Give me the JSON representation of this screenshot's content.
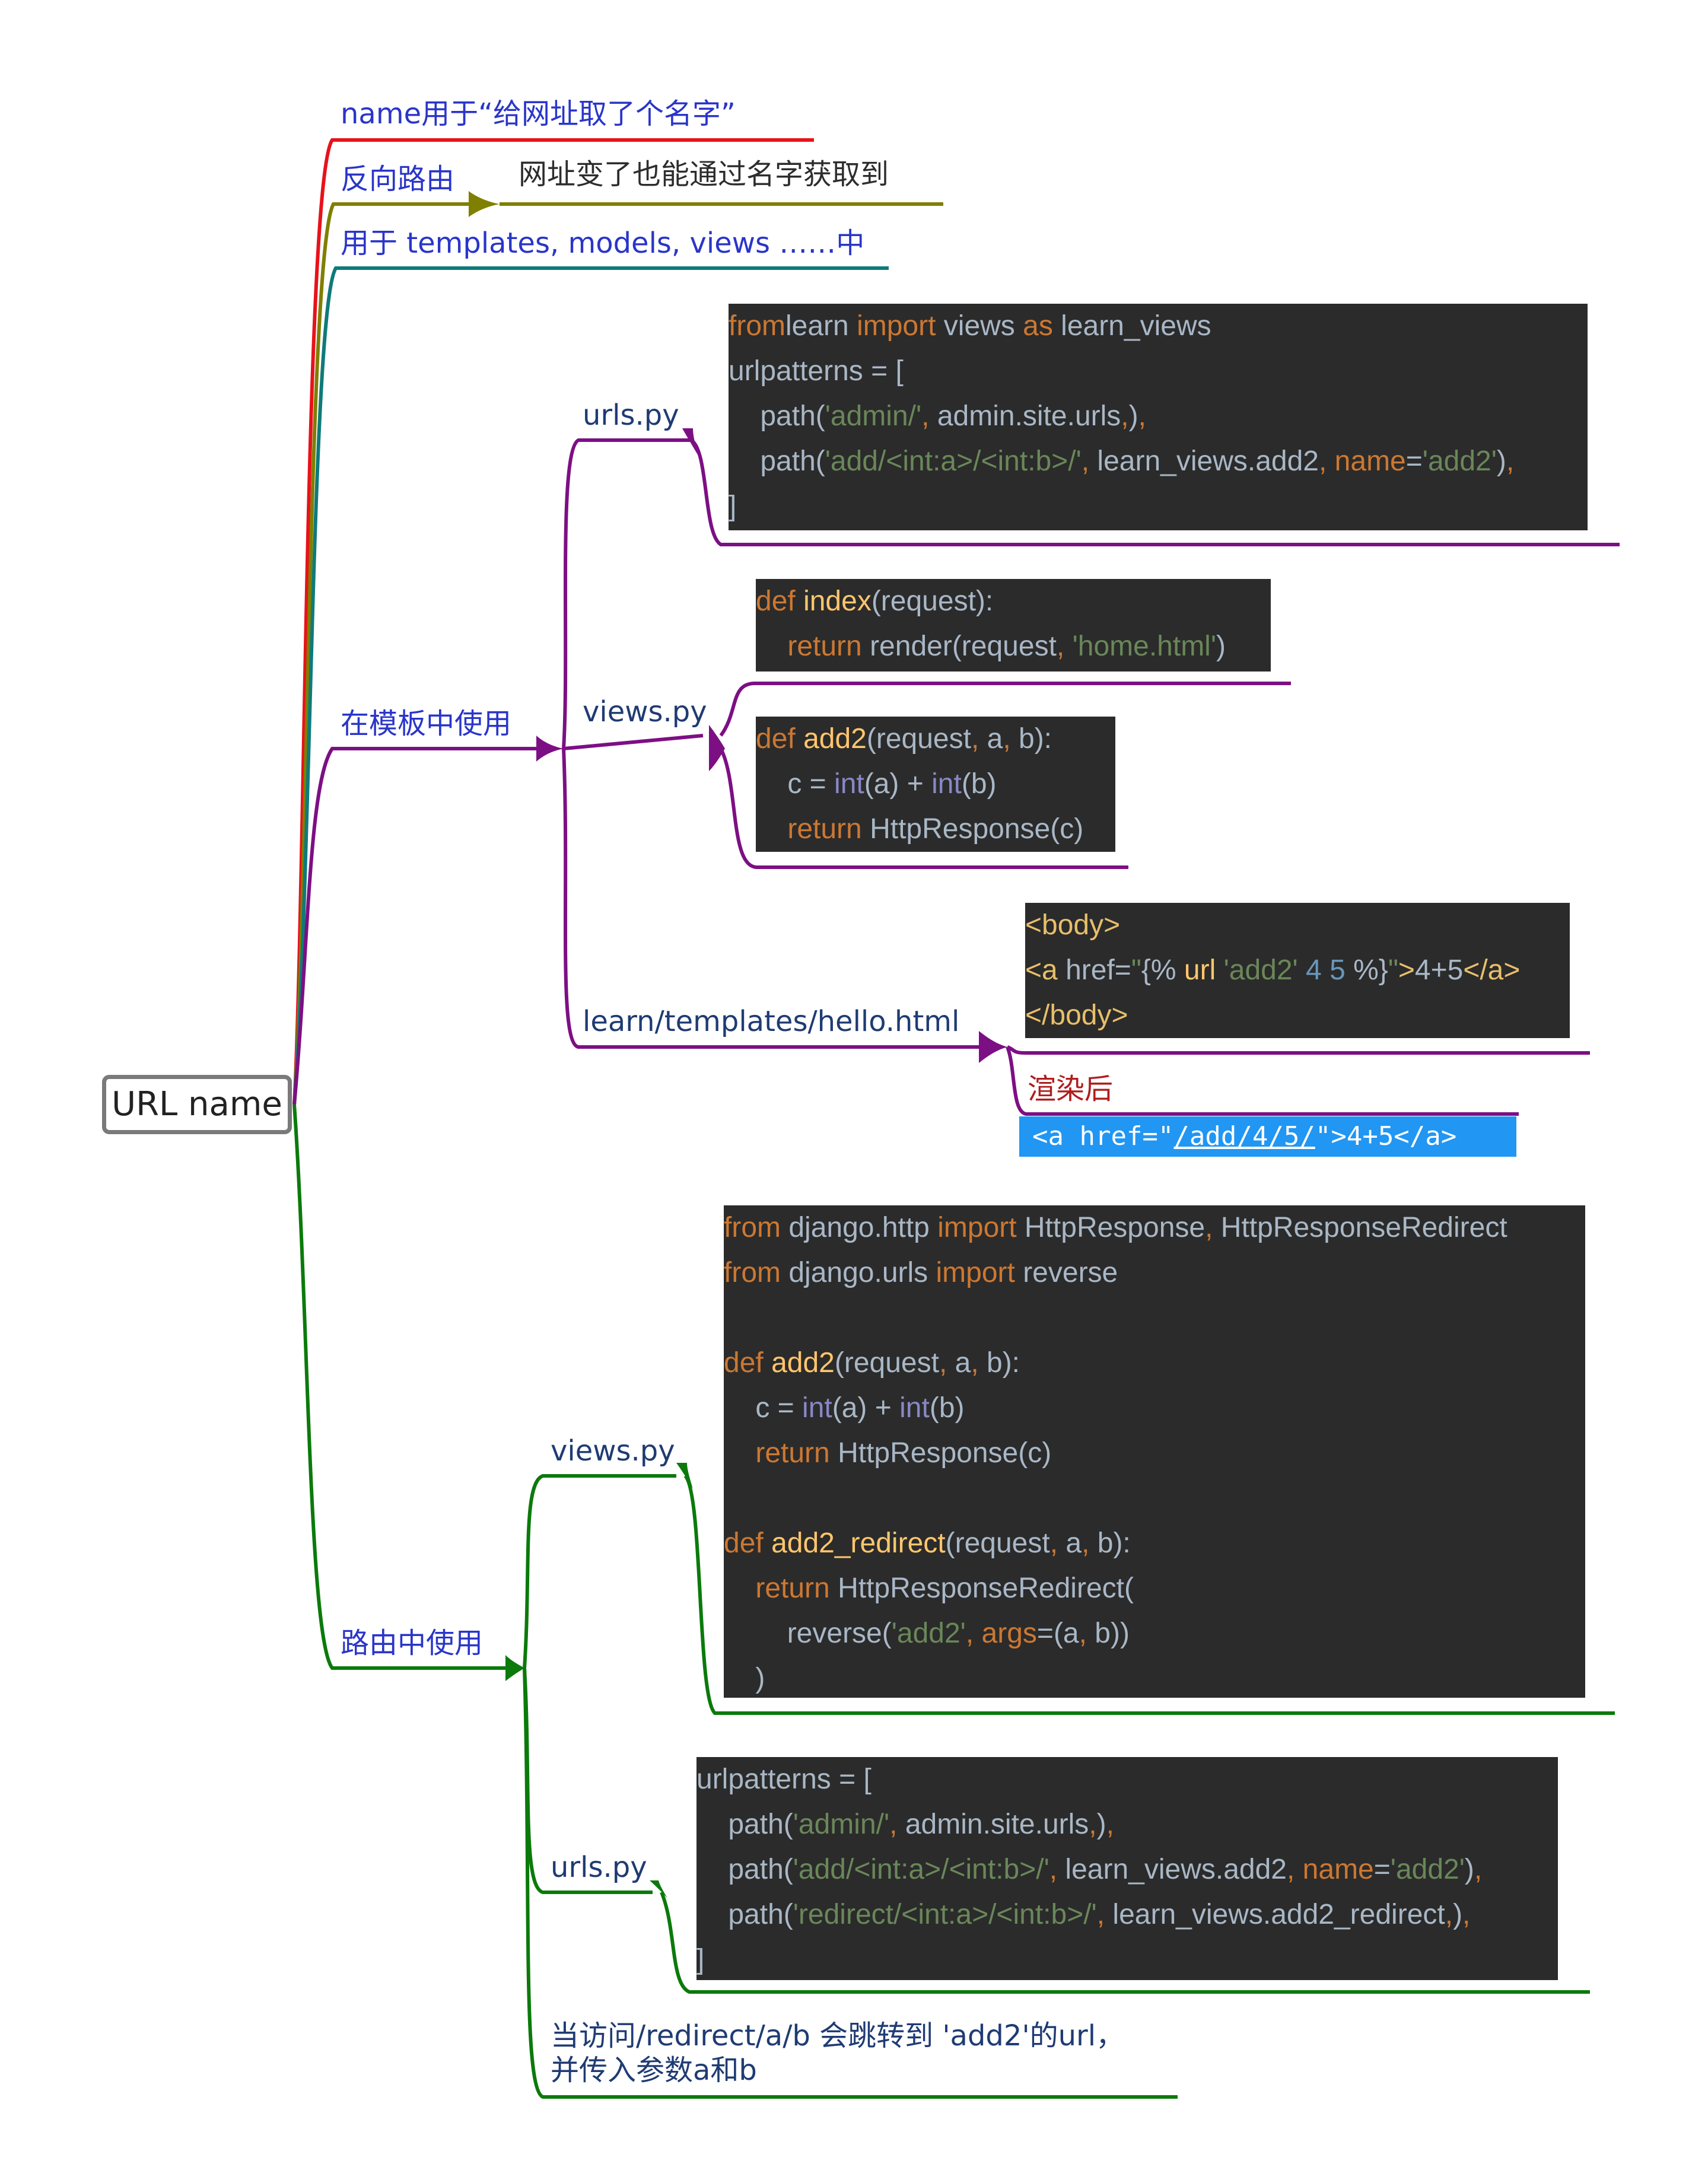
{
  "root": {
    "label": "URL name"
  },
  "top_notes": {
    "name_usage": "name用于“给网址取了个名字”",
    "reverse_routing": "反向路由",
    "reverse_routing_detail": "网址变了也能通过名字获取到",
    "used_in": "用于 templates, models, views ……中"
  },
  "template_branch": {
    "label": "在模板中使用",
    "urls_file": "urls.py",
    "urls_code": [
      [
        [
          "kw",
          "from"
        ],
        [
          "",
          "learn "
        ],
        [
          "kw",
          "import"
        ],
        [
          "",
          " views "
        ],
        [
          "kw",
          "as"
        ],
        [
          "",
          " learn_views"
        ]
      ],
      [
        [
          "",
          "urlpatterns = ["
        ]
      ],
      [
        [
          "",
          "    path("
        ],
        [
          "str",
          "'admin/'"
        ],
        [
          "kw",
          ","
        ],
        [
          "",
          " admin.site.urls"
        ],
        [
          "kw",
          ","
        ],
        [
          "",
          ")"
        ],
        [
          "kw",
          ","
        ]
      ],
      [
        [
          "",
          "    path("
        ],
        [
          "str",
          "'add/<int:a>/<int:b>/'"
        ],
        [
          "kw",
          ","
        ],
        [
          "",
          " learn_views.add2"
        ],
        [
          "kw",
          ","
        ],
        [
          "kw",
          " name"
        ],
        [
          "",
          "="
        ],
        [
          "str",
          "'add2'"
        ],
        [
          "",
          ")"
        ],
        [
          "kw",
          ","
        ]
      ],
      [
        [
          "",
          "]"
        ]
      ]
    ],
    "views_file": "views.py",
    "views_code_index": [
      [
        [
          "kw",
          "def "
        ],
        [
          "fn",
          "index"
        ],
        [
          "",
          "(request):"
        ]
      ],
      [
        [
          "",
          "    "
        ],
        [
          "kw",
          "return"
        ],
        [
          "",
          " render(request"
        ],
        [
          "kw",
          ","
        ],
        [
          "str",
          " 'home.html'"
        ],
        [
          "",
          ")"
        ]
      ]
    ],
    "views_code_add2": [
      [
        [
          "kw",
          "def "
        ],
        [
          "fn",
          "add2"
        ],
        [
          "",
          "(request"
        ],
        [
          "kw",
          ","
        ],
        [
          "",
          " a"
        ],
        [
          "kw",
          ","
        ],
        [
          "",
          " b):"
        ]
      ],
      [
        [
          "",
          "    c = "
        ],
        [
          "bi",
          "int"
        ],
        [
          "",
          "(a) + "
        ],
        [
          "bi",
          "int"
        ],
        [
          "",
          "(b)"
        ]
      ],
      [
        [
          "",
          "    "
        ],
        [
          "kw",
          "return"
        ],
        [
          "",
          " HttpResponse(c)"
        ]
      ]
    ],
    "template_file": "learn/templates/hello.html",
    "template_code": [
      [
        [
          "tag",
          "<body>"
        ]
      ],
      [
        [
          "tag",
          "<a"
        ],
        [
          "",
          " href="
        ],
        [
          "str",
          "\""
        ],
        [
          "",
          "{% "
        ],
        [
          "fn",
          "url"
        ],
        [
          "str",
          " 'add2'"
        ],
        [
          "num",
          " 4"
        ],
        [
          "num",
          " 5"
        ],
        [
          "",
          " %}"
        ],
        [
          "str",
          "\""
        ],
        [
          "tag",
          ">"
        ],
        [
          "",
          "4+5"
        ],
        [
          "tag",
          "</a>"
        ]
      ],
      [
        [
          "tag",
          "</body>"
        ]
      ]
    ],
    "rendered_label": "渲染后",
    "rendered_output": [
      [
        "",
        "<a href="
      ],
      [
        "",
        "\""
      ],
      [
        "u",
        "/add/4/5/"
      ],
      [
        "",
        "\""
      ],
      [
        "",
        ">4+5</a>"
      ]
    ]
  },
  "routing_branch": {
    "label": "路由中使用",
    "views_file": "views.py",
    "views_code": [
      [
        [
          "kw",
          "from"
        ],
        [
          "",
          " django.http "
        ],
        [
          "kw",
          "import"
        ],
        [
          "",
          " HttpResponse"
        ],
        [
          "kw",
          ","
        ],
        [
          "",
          " HttpResponseRedirect"
        ]
      ],
      [
        [
          "kw",
          "from"
        ],
        [
          "",
          " django.urls "
        ],
        [
          "kw",
          "import"
        ],
        [
          "",
          " reverse"
        ]
      ],
      [
        [
          "",
          ""
        ]
      ],
      [
        [
          "kw",
          "def "
        ],
        [
          "fn",
          "add2"
        ],
        [
          "",
          "(request"
        ],
        [
          "kw",
          ","
        ],
        [
          "",
          " a"
        ],
        [
          "kw",
          ","
        ],
        [
          "",
          " b):"
        ]
      ],
      [
        [
          "",
          "    c = "
        ],
        [
          "bi",
          "int"
        ],
        [
          "",
          "(a) + "
        ],
        [
          "bi",
          "int"
        ],
        [
          "",
          "(b)"
        ]
      ],
      [
        [
          "",
          "    "
        ],
        [
          "kw",
          "return"
        ],
        [
          "",
          " HttpResponse(c)"
        ]
      ],
      [
        [
          "",
          ""
        ]
      ],
      [
        [
          "kw",
          "def "
        ],
        [
          "fn",
          "add2_redirect"
        ],
        [
          "",
          "(request"
        ],
        [
          "kw",
          ","
        ],
        [
          "",
          " a"
        ],
        [
          "kw",
          ","
        ],
        [
          "",
          " b):"
        ]
      ],
      [
        [
          "",
          "    "
        ],
        [
          "kw",
          "return"
        ],
        [
          "",
          " HttpResponseRedirect("
        ]
      ],
      [
        [
          "",
          "        reverse("
        ],
        [
          "str",
          "'add2'"
        ],
        [
          "kw",
          ","
        ],
        [
          "kw",
          " args"
        ],
        [
          "",
          "=(a"
        ],
        [
          "kw",
          ","
        ],
        [
          "",
          " b))"
        ]
      ],
      [
        [
          "",
          "    )"
        ]
      ]
    ],
    "urls_file": "urls.py",
    "urls_code": [
      [
        [
          "",
          "urlpatterns = ["
        ]
      ],
      [
        [
          "",
          "    path("
        ],
        [
          "str",
          "'admin/'"
        ],
        [
          "kw",
          ","
        ],
        [
          "",
          " admin.site.urls"
        ],
        [
          "kw",
          ","
        ],
        [
          "",
          ")"
        ],
        [
          "kw",
          ","
        ]
      ],
      [
        [
          "",
          "    path("
        ],
        [
          "str",
          "'add/<int:a>/<int:b>/'"
        ],
        [
          "kw",
          ","
        ],
        [
          "",
          " learn_views.add2"
        ],
        [
          "kw",
          ","
        ],
        [
          "kw",
          " name"
        ],
        [
          "",
          "="
        ],
        [
          "str",
          "'add2'"
        ],
        [
          "",
          ")"
        ],
        [
          "kw",
          ","
        ]
      ],
      [
        [
          "",
          "    path("
        ],
        [
          "str",
          "'redirect/<int:a>/<int:b>/'"
        ],
        [
          "kw",
          ","
        ],
        [
          "",
          " learn_views.add2_redirect"
        ],
        [
          "kw",
          ","
        ],
        [
          "",
          ")"
        ],
        [
          "kw",
          ","
        ]
      ],
      [
        [
          "",
          "]"
        ]
      ]
    ],
    "note_line1": "当访问/redirect/a/b 会跳转到 'add2'的url，",
    "note_line2": "并传入参数a和b"
  },
  "colors": {
    "red": "#e8121a",
    "olive": "#7f7f00",
    "teal": "#0f7a7a",
    "purple": "#7d0f84",
    "green": "#0b7a0b",
    "code_bg": "#2b2b2b",
    "rendered_bg": "#2196f3"
  }
}
